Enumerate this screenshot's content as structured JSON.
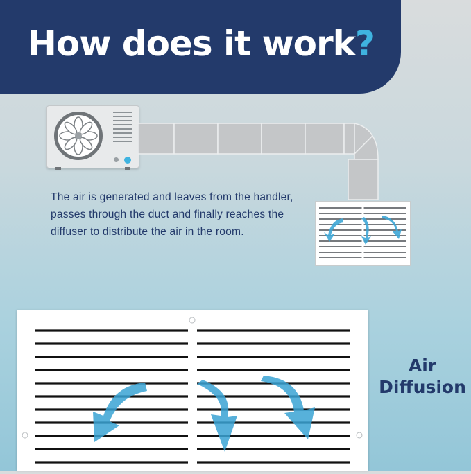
{
  "header": {
    "title": "How does it work",
    "title_mark": "?",
    "bg_color": "#233a6b",
    "accent_color": "#3fb3e0"
  },
  "description": "The air is generated and leaves from the handler, passes through the duct and finally reaches the diffuser to distribute the air in the room.",
  "side_label": {
    "line1": "Air",
    "line2": "Diffusion"
  },
  "icons": [
    "ac-unit-icon",
    "duct-icon",
    "diffuser-icon",
    "airflow-arrow-icon"
  ]
}
